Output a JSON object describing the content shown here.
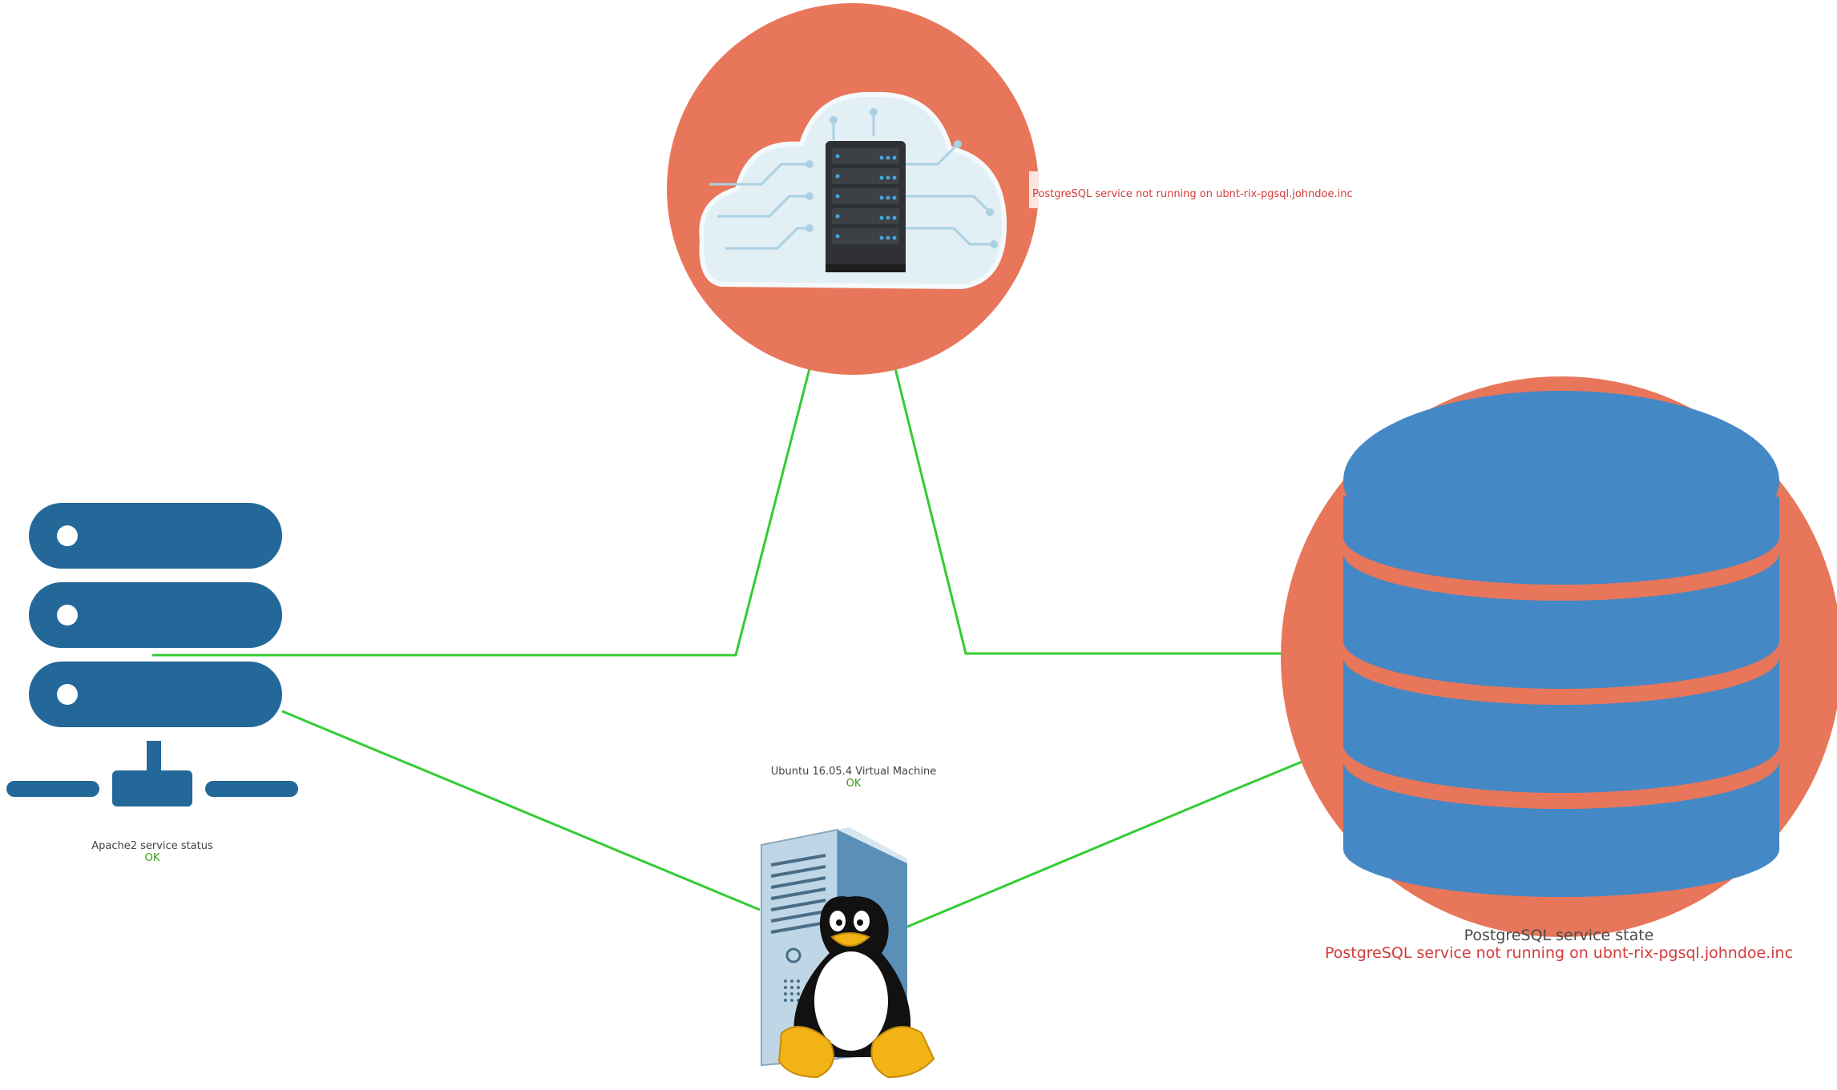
{
  "colors": {
    "ok": "#3a9a1a",
    "error": "#d33a3a",
    "link": "#33cc33",
    "node_bg": "#e8765a",
    "db_blue": "#4488c6",
    "server_blue": "#236898"
  },
  "nodes": {
    "cloud": {
      "icon": "cloud-server-icon",
      "status_text": "PostgreSQL service not running on ubnt-rix-pgsql.johndoe.inc",
      "status": "error"
    },
    "apache": {
      "icon": "server-rack-icon",
      "title": "Apache2 service status",
      "status_text": "OK",
      "status": "ok"
    },
    "vm": {
      "icon": "linux-tux-server-icon",
      "title": "Ubuntu 16.05.4 Virtual Machine",
      "status_text": "OK",
      "status": "ok"
    },
    "postgres": {
      "icon": "database-icon",
      "title": "PostgreSQL service state",
      "status_text": "PostgreSQL service not running on ubnt-rix-pgsql.johndoe.inc",
      "status": "error"
    }
  }
}
